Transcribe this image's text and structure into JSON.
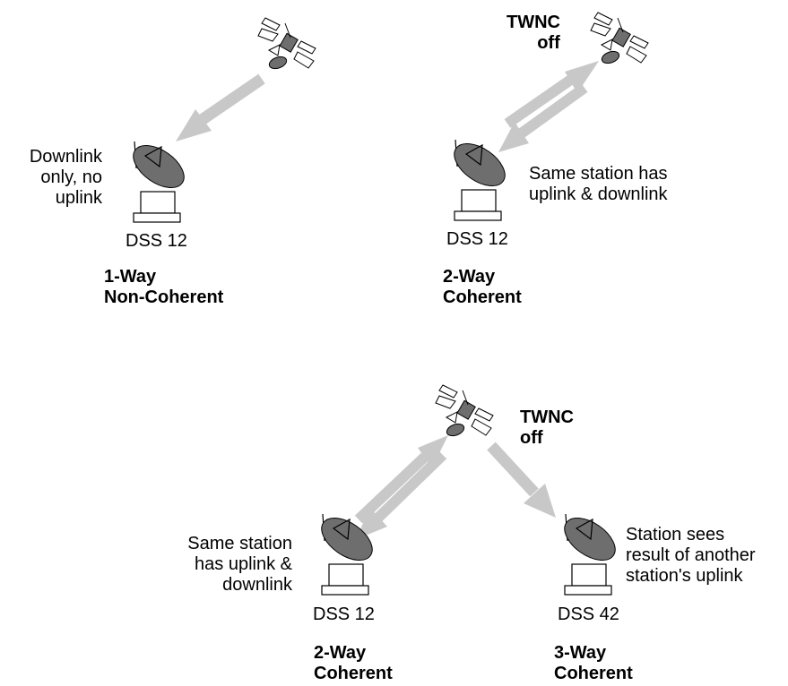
{
  "colors": {
    "arrow": "#c8c8c8",
    "dish": "#6e6e6e",
    "outline": "#000000",
    "panel": "#ffffff"
  },
  "panels": [
    {
      "title": [
        "1-Way",
        "Non-Coherent"
      ],
      "station": "DSS 12",
      "note": [
        "Downlink",
        "only, no",
        "uplink"
      ],
      "spacecraft_label": []
    },
    {
      "title": [
        "2-Way",
        "Coherent"
      ],
      "station": "DSS 12",
      "note": [
        "Same station has",
        "uplink & downlink"
      ],
      "spacecraft_label": [
        "TWNC",
        "off"
      ]
    },
    {
      "title": [
        "2-Way",
        "Coherent"
      ],
      "station": "DSS 12",
      "note": [
        "Same station",
        "has uplink &",
        "downlink"
      ],
      "spacecraft_label": [
        "TWNC",
        "off"
      ]
    },
    {
      "title": [
        "3-Way",
        "Coherent"
      ],
      "station": "DSS 42",
      "note": [
        "Station sees",
        "result of another",
        "station's uplink"
      ],
      "spacecraft_label": []
    }
  ]
}
